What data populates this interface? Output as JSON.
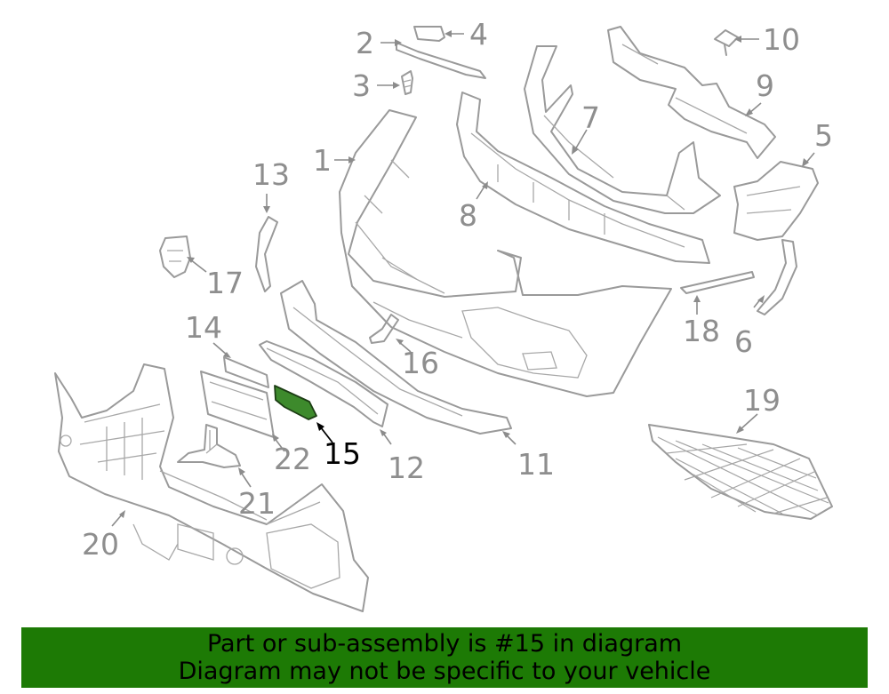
{
  "diagram": {
    "callouts": [
      "1",
      "2",
      "3",
      "4",
      "5",
      "6",
      "7",
      "8",
      "9",
      "10",
      "11",
      "12",
      "13",
      "14",
      "15",
      "16",
      "17",
      "18",
      "19",
      "20",
      "21",
      "22"
    ],
    "highlighted_part": "15",
    "highlight_color": "#3d8a2c"
  },
  "banner": {
    "line1": "Part or sub-assembly is #15 in diagram",
    "line2": "Diagram may not be specific to your vehicle",
    "background": "#1d7a05"
  }
}
